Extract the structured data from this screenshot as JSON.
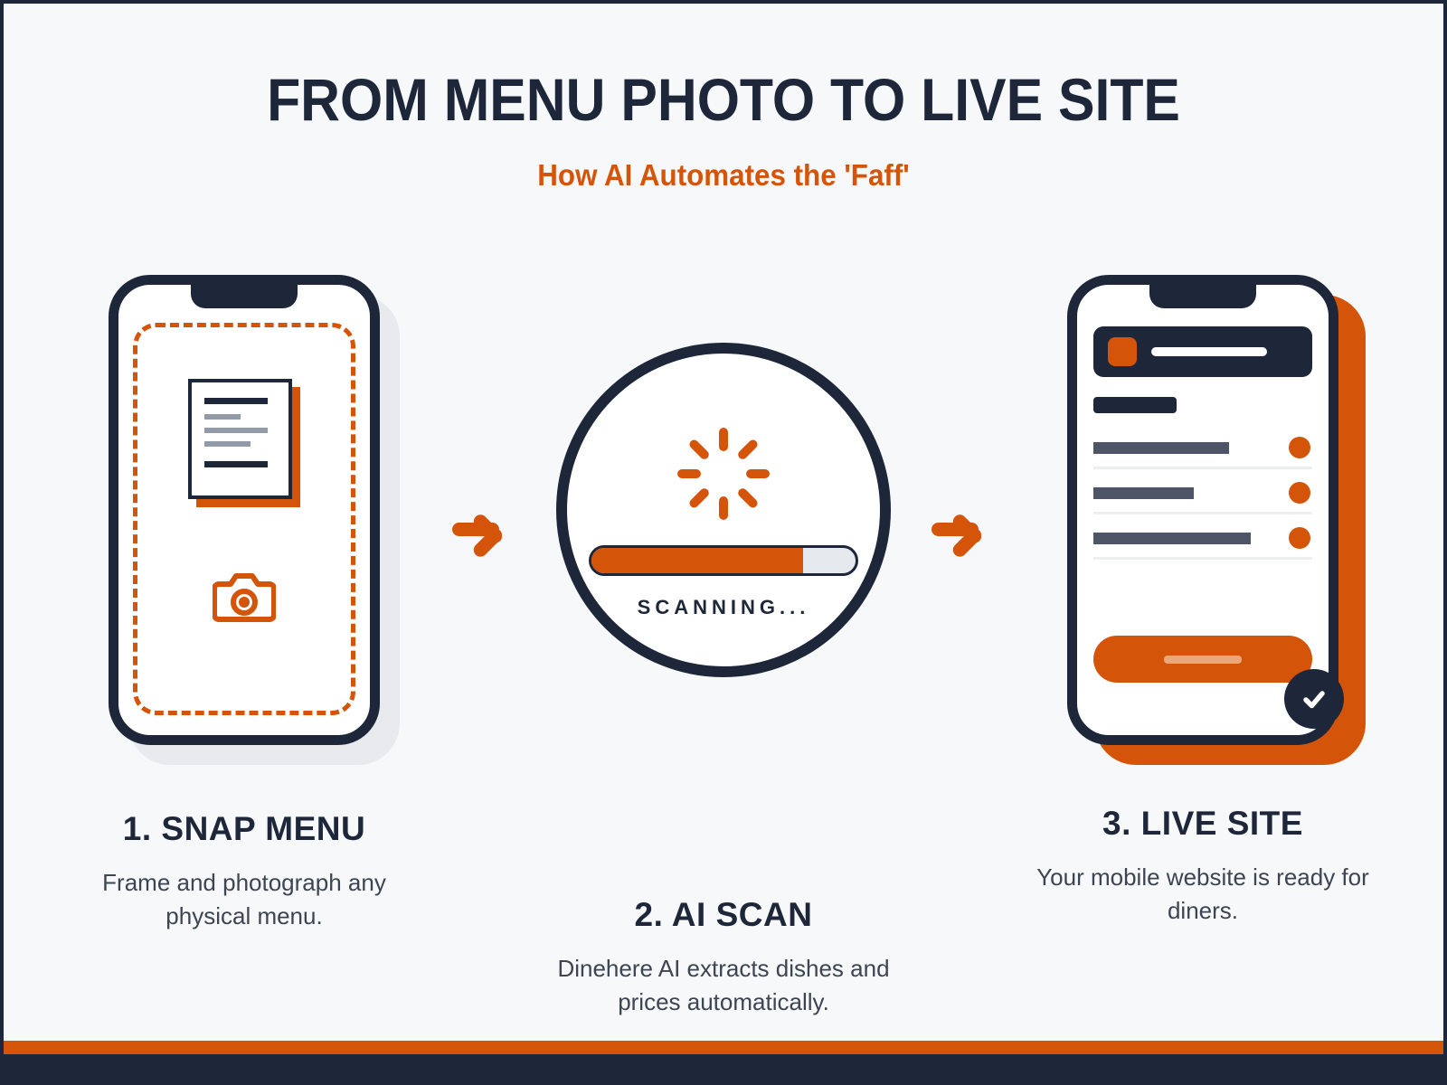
{
  "page": {
    "title": "FROM MENU PHOTO TO LIVE SITE",
    "subtitle": "How AI Automates the 'Faff'",
    "background_color": "#f6f8fa",
    "border_color": "#1d2739"
  },
  "colors": {
    "navy": "#1d2739",
    "orange": "#d4540a",
    "slate": "#4d5566",
    "grey_line": "#939aa8",
    "divider": "#eceef1",
    "shadow_grey": "#e8eaed"
  },
  "steps": [
    {
      "heading": "1. SNAP MENU",
      "description": "Frame and photograph any physical menu.",
      "visual": "phone-camera-viewfinder",
      "icons": [
        "camera-icon"
      ],
      "document_lines": [
        {
          "style": "dark",
          "width_pct": 100
        },
        {
          "style": "grey",
          "width_pct": 57
        },
        {
          "style": "grey",
          "width_pct": 100
        },
        {
          "style": "grey",
          "width_pct": 72
        },
        {
          "style": "dark",
          "width_pct": 100
        }
      ]
    },
    {
      "heading": "2. AI SCAN",
      "description": "Dinehere AI extracts dishes and prices automatically.",
      "visual": "scanning-circle",
      "status_label": "SCANNING...",
      "progress_pct": 80,
      "spinner_spokes": 8
    },
    {
      "heading": "3. LIVE SITE",
      "description": "Your mobile website is ready for diners.",
      "visual": "phone-live-website",
      "menu_rows": [
        {
          "text_width_pct": 62,
          "has_price_dot": true
        },
        {
          "text_width_pct": 46,
          "has_price_dot": true
        },
        {
          "text_width_pct": 72,
          "has_price_dot": true
        }
      ],
      "badge": "check-mark"
    }
  ],
  "arrows": [
    {
      "label": "arrow-step-1-to-2",
      "direction": "right"
    },
    {
      "label": "arrow-step-2-to-3",
      "direction": "right"
    }
  ]
}
